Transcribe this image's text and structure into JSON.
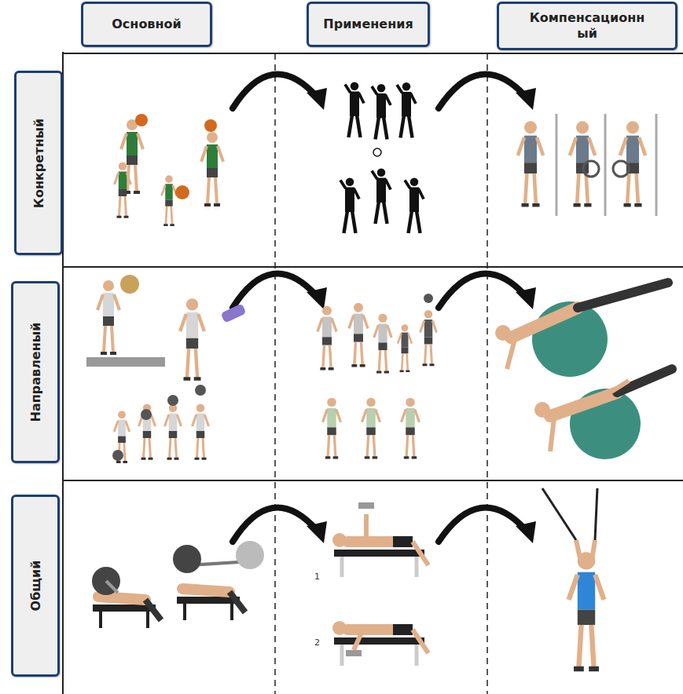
{
  "diagram": {
    "nodes": [
      {
        "text": [
          "Основной"
        ]
      },
      {
        "text": [
          "Применения"
        ]
      },
      {
        "text": [
          "Компенсационн ый"
        ]
      },
      {
        "text": [
          "Конкретный"
        ]
      },
      {
        "text": [
          "Направленый"
        ]
      },
      {
        "text": [
          "Общий"
        ]
      }
    ],
    "labels": [
      "1",
      "2"
    ]
  }
}
